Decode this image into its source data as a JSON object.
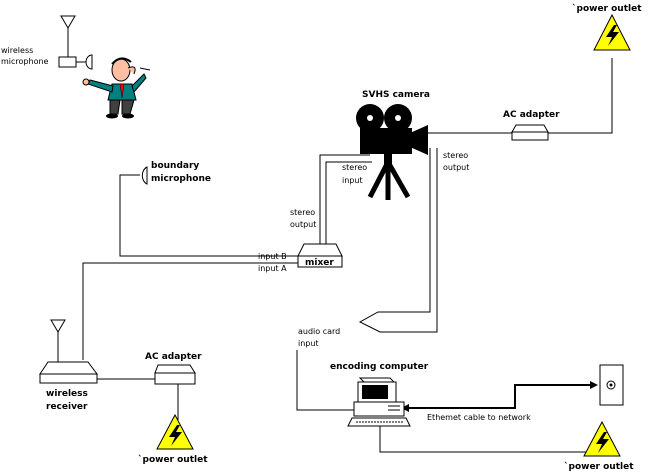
{
  "labels": {
    "wireless_microphone": [
      "wireless",
      "microphone"
    ],
    "boundary_microphone": [
      "boundary",
      "microphone"
    ],
    "svhs_camera": "SVHS camera",
    "camera_stereo_input": [
      "stereo",
      "input"
    ],
    "camera_stereo_output": [
      "stereo",
      "output"
    ],
    "mixer_stereo_output": [
      "stereo",
      "output"
    ],
    "input_b": "input B",
    "input_a": "input A",
    "mixer": "mixer",
    "ac_adapter_top": "AC adapter",
    "ac_adapter_bottom": "AC adapter",
    "power_outlet_top": "`power outlet",
    "power_outlet_left": "`power outlet",
    "power_outlet_right": "`power outlet",
    "audio_card_input": [
      "audio card",
      "input"
    ],
    "encoding_computer": "encoding computer",
    "ethernet_cable": "Ethemet cable to network",
    "wireless_receiver": [
      "wireless",
      "receiver"
    ]
  },
  "colors": {
    "power_sign": "#ffff00",
    "person_jacket": "#008080",
    "person_skin": "#ffbfa0",
    "person_tie": "#ff0000",
    "person_pants": "#404040"
  }
}
